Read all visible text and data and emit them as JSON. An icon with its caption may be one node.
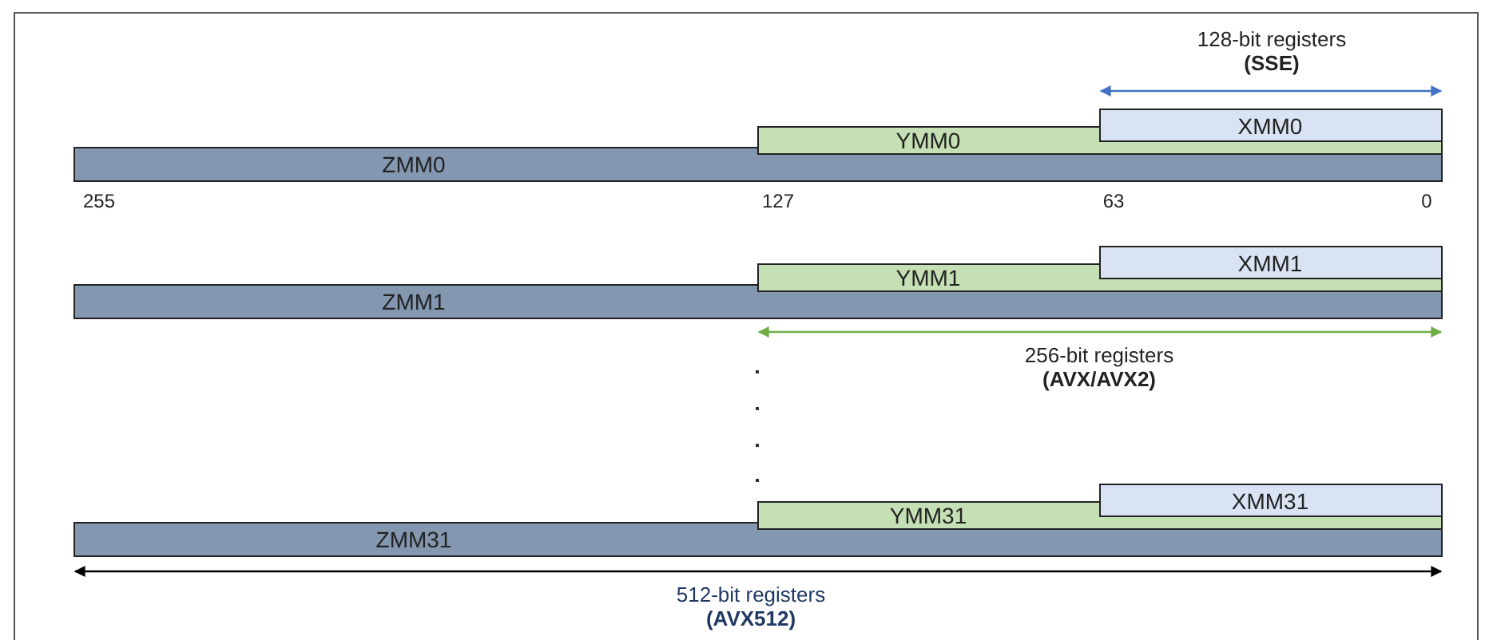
{
  "diagram": {
    "nodes": [
      {
        "text": [
          "ZMM0"
        ]
      },
      {
        "text": [
          "YMM0"
        ]
      },
      {
        "text": [
          "XMM0"
        ]
      },
      {
        "text": [
          "ZMM1"
        ]
      },
      {
        "text": [
          "YMM1"
        ]
      },
      {
        "text": [
          "XMM1"
        ]
      },
      {
        "text": [
          "ZMM31"
        ]
      },
      {
        "text": [
          "YMM31"
        ]
      },
      {
        "text": [
          "XMM31"
        ]
      }
    ],
    "edges": [],
    "labels": [
      "128-bit registers",
      "(SSE)",
      "255",
      "127",
      "63",
      "0",
      "256-bit registers",
      "(AVX/AVX2)",
      "512-bit registers",
      "(AVX512)"
    ]
  }
}
